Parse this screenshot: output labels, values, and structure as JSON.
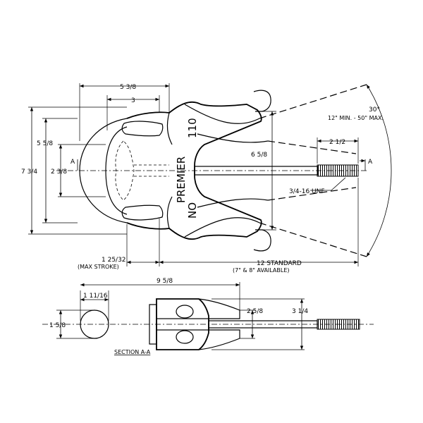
{
  "drawing": {
    "top_view": {
      "dims": {
        "width_5_3_8": "5 3/8",
        "width_3": "3",
        "height_5_5_8": "5 5/8",
        "height_7_3_4": "7 3/4",
        "height_2_3_8": "2 3/8",
        "height_6_5_8": "6 5/8",
        "thread_len": "2 1/2",
        "stroke": "1 25/32",
        "stroke_note": "(MAX STROKE)",
        "length": "12 STANDARD",
        "length_note": "(7\" & 8\" AVAILABLE)",
        "angle": "30°",
        "angle_note": "12\" MIN. - 50\" MAX.",
        "thread": "3/4-16 UNF"
      },
      "body_text": {
        "brand": "PREMIER",
        "no": "NO",
        "model": "110"
      },
      "section_markers": [
        "A",
        "A"
      ]
    },
    "section_view": {
      "dims": {
        "overall": "9 5/8",
        "bar_w": "1 11/16",
        "bar_h": "1 5/8",
        "head_h": "2 5/8",
        "overall_h": "3 1/4"
      },
      "label": "SECTION A-A"
    }
  }
}
